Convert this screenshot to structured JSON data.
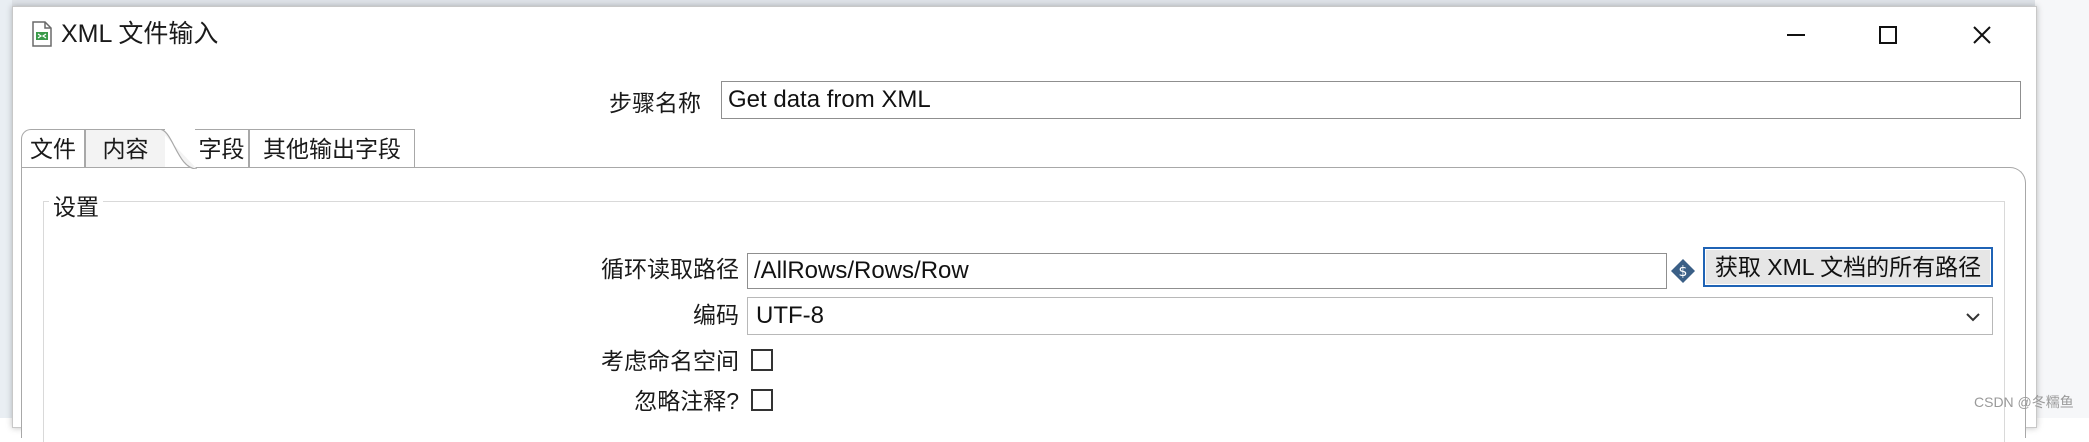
{
  "window": {
    "title": "XML 文件输入"
  },
  "step": {
    "label": "步骤名称",
    "value": "Get data from XML"
  },
  "tabs": [
    {
      "label": "文件"
    },
    {
      "label": "内容"
    },
    {
      "label": "字段"
    },
    {
      "label": "其他输出字段"
    }
  ],
  "settings": {
    "group_title": "设置",
    "loop_label": "循环读取路径",
    "loop_value": "/AllRows/Rows/Row",
    "get_paths_button": "获取 XML 文档的所有路径",
    "encoding_label": "编码",
    "encoding_value": "UTF-8",
    "namespace_label": "考虑命名空间",
    "ignore_comments_label": "忽略注释?"
  },
  "watermark": "CSDN @冬糯鱼",
  "icons": {
    "title": "xml-file-icon",
    "variable": "variable-icon",
    "dropdown": "chevron-down-icon"
  }
}
